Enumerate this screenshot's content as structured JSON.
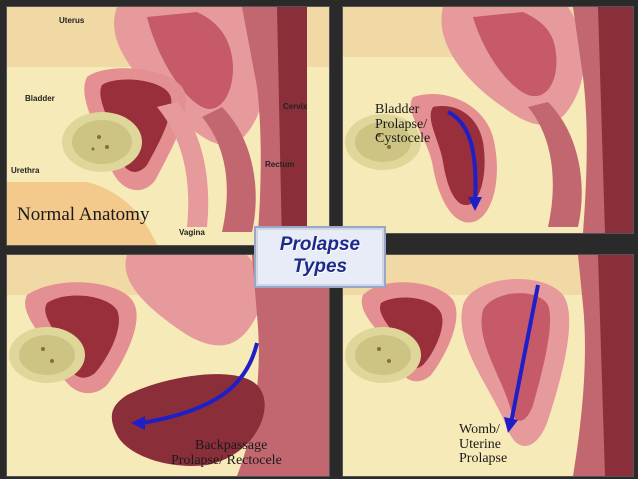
{
  "center_title": {
    "line1": "Prolapse",
    "line2": "Types"
  },
  "panel_normal": {
    "title": "Normal Anatomy",
    "labels": {
      "uterus": "Uterus",
      "bladder": "Bladder",
      "cervix": "Cervix",
      "urethra": "Urethra",
      "rectum": "Rectum",
      "vagina": "Vagina"
    }
  },
  "panel_cystocele": {
    "line1": "Bladder",
    "line2": "Prolapse/",
    "line3": "Cystocele"
  },
  "panel_rectocele": {
    "line1": "Backpassage",
    "line2": "Prolapse/ Rectocele"
  },
  "panel_uterine": {
    "line1": "Womb/",
    "line2": "Uterine",
    "line3": "Prolapse"
  },
  "colors": {
    "arrow": "#1f1fc8",
    "tissue_pink": "#ec9a9a",
    "tissue_dark": "#8a2f3a",
    "background_cream": "#f6e8b8",
    "center_text": "#1d2a8a"
  }
}
